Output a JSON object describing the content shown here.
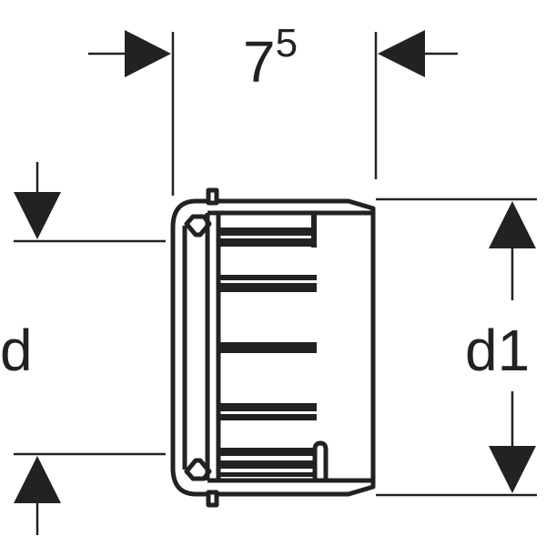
{
  "drawing": {
    "type": "technical dimension drawing",
    "subject": "pipe fitting end cap / coupling cross-section",
    "line_color": "#222222",
    "background": "#ffffff"
  },
  "dimensions": {
    "length": {
      "base": "7",
      "superscript": "5",
      "orientation": "horizontal"
    },
    "inner_diameter": {
      "label": "d",
      "orientation": "vertical"
    },
    "outer_diameter": {
      "label": "d1",
      "orientation": "vertical"
    }
  }
}
